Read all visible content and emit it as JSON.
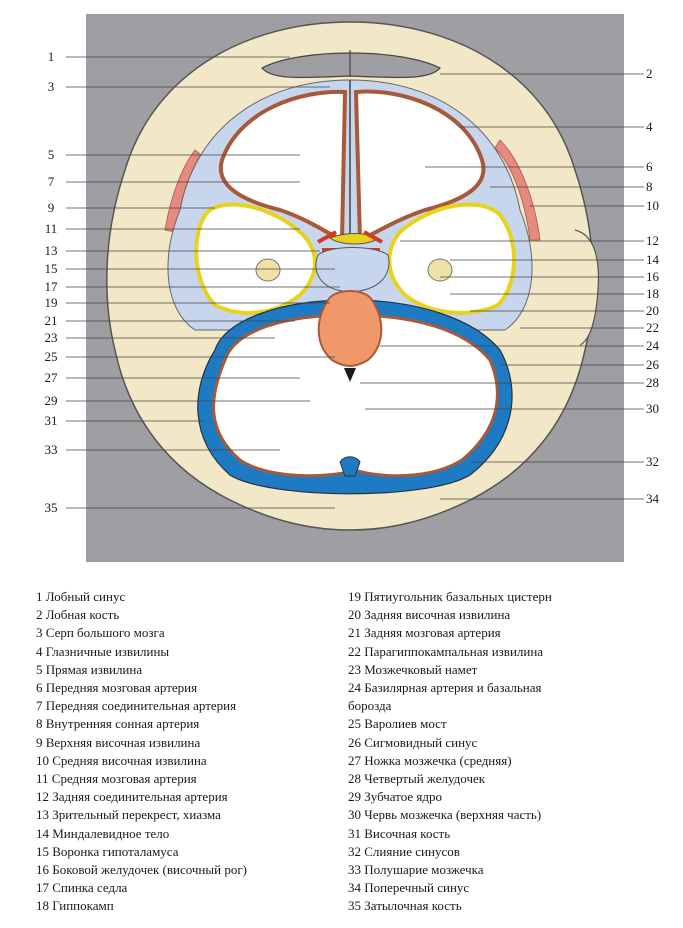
{
  "labels_left": [
    "1",
    "3",
    "5",
    "7",
    "9",
    "11",
    "13",
    "15",
    "17",
    "19",
    "21",
    "23",
    "25",
    "27",
    "29",
    "31",
    "33",
    "35"
  ],
  "labels_right": [
    "2",
    "4",
    "6",
    "8",
    "10",
    "12",
    "14",
    "16",
    "18",
    "20",
    "22",
    "24",
    "26",
    "28",
    "30",
    "32",
    "34"
  ],
  "legend_left": [
    "1 Лобный синус",
    "2 Лобная кость",
    "3 Серп большого мозга",
    "4 Глазничные извилины",
    "5 Прямая извилина",
    "6 Передняя мозговая артерия",
    "7 Передняя соединительная артерия",
    "8 Внутренняя сонная артерия",
    "9 Верхняя височная извилина",
    "10 Средняя височная извилина",
    "11 Средняя мозговая артерия",
    "12 Задняя соединительная артерия",
    "13 Зрительный перекрест, хиазма",
    "14 Миндалевидное тело",
    "15 Воронка гипоталамуса",
    "16 Боковой желудочек (височный рог)",
    "17 Спинка седла",
    "18 Гиппокамп"
  ],
  "legend_right": [
    "19 Пятиугольник базальных цистерн",
    "20 Задняя височная извилина",
    "21 Задняя мозговая артерия",
    "22 Парагиппокампальная извилина",
    "23 Мозжечковый намет",
    "24 Базилярная артерия и базальная",
    "борозда",
    "25 Варолиев мост",
    "26 Сигмовидный синус",
    "27 Ножка мозжечка (средняя)",
    "28 Четвертый желудочек",
    "29 Зубчатое ядро",
    "30 Червь мозжечка (верхняя часть)",
    "31 Височная кость",
    "32 Слияние синусов",
    "33 Полушарие мозжечка",
    "34 Поперечный синус",
    "35 Затылочная кость"
  ],
  "colors": {
    "background_panel": "#9e9ea3",
    "bone": "#f2e8c8",
    "dura_blue": "#c7d6ec",
    "cortex": "#a65a3a",
    "white_matter": "#ffffff",
    "temporal_outline": "#e8d21e",
    "pons": "#f0986a",
    "venous_sinus": "#1f7ac4",
    "artery": "#d53a24",
    "muscle": "#e58a7c"
  }
}
